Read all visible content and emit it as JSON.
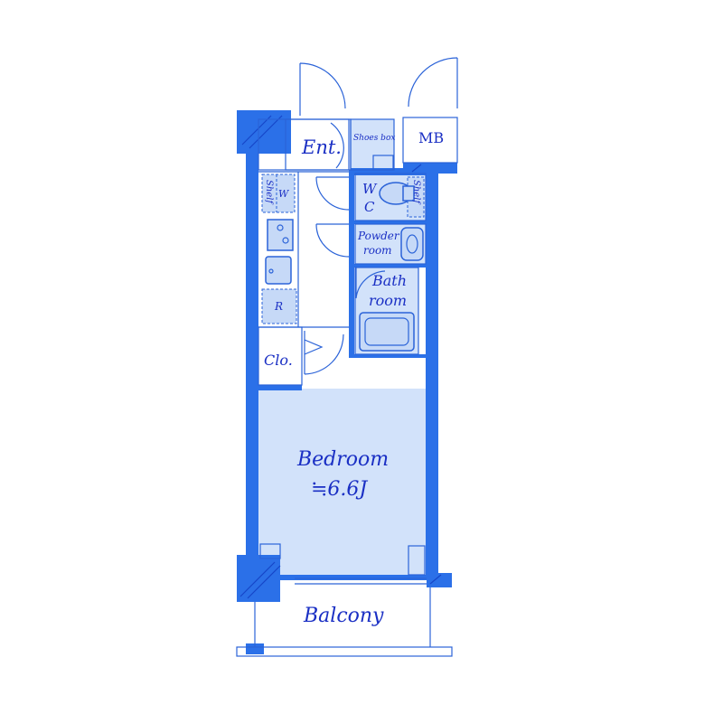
{
  "rooms": {
    "entrance": "Ent.",
    "shoes_box": "Shoes box",
    "meter_box": "MB",
    "shelf_left": "Shelf",
    "washer": "W",
    "wc_line1": "W",
    "wc_line2": "C",
    "shelf_right": "Shelf",
    "powder_line1": "Powder",
    "powder_line2": "room",
    "bath_line1": "Bath",
    "bath_line2": "room",
    "refrigerator": "R",
    "closet": "Clo.",
    "bedroom": "Bedroom",
    "bedroom_area": "≒6.6J",
    "balcony": "Balcony"
  },
  "colors": {
    "wall": "#2b70e8",
    "room_fill": "#d2e2fa",
    "label": "#1a2fc4",
    "line": "#2b63d8"
  }
}
